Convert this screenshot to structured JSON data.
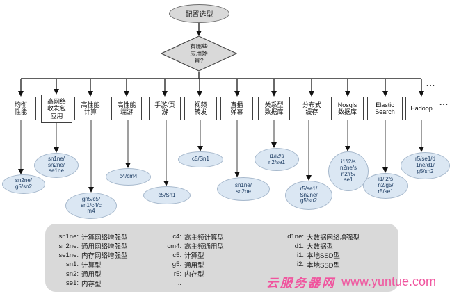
{
  "colors": {
    "shape_fill_gray": "#d9d9d9",
    "ellipse_fill_blue": "#dbe7f3",
    "watermark_pink": "#f0549e"
  },
  "start": {
    "label": "配置选型"
  },
  "decision": {
    "text": "有哪些\n应用场\n景?"
  },
  "more_indicator_top": "...",
  "more_indicator_right": "...",
  "scenarios": [
    {
      "label": "均衡\n性能",
      "result": "sn2ne/\ng5/sn2"
    },
    {
      "label": "高网络\n收发包\n应用",
      "result": "sn1ne/\nsn2ne/\nse1ne"
    },
    {
      "label": "高性能\n计算",
      "result": "gn5/c5/\nsn1/c4/c\nm4"
    },
    {
      "label": "高性能\n端游",
      "result": "c4/cm4"
    },
    {
      "label": "手游/页\n游",
      "result": "c5/Sn1"
    },
    {
      "label": "视频\n转发",
      "result": "c5/Sn1"
    },
    {
      "label": "直播\n弹幕",
      "result": "sn1ne/\nsn2ne"
    },
    {
      "label": "关系型\n数据库",
      "result": "i1/i2/s\nn2/se1"
    },
    {
      "label": "分布式\n缓存",
      "result": "r5/se1/\nSn2ne/\ng5/sn2"
    },
    {
      "label": "Nosqls\n数据库",
      "result": "i1/i2/s\nn2ne/s\nn2/r5/\nse1"
    },
    {
      "label": "Elastic\nSearch",
      "result": "i1/i2/s\nn2/g5/\nr5/se1"
    },
    {
      "label": "Hadoop",
      "result": "r5/se1/d\n1ne/d1/\ng5/sn2"
    }
  ],
  "legend": {
    "columns": [
      {
        "rows": [
          {
            "key": "sn1ne:",
            "desc": "计算网络增强型"
          },
          {
            "key": "sn2ne:",
            "desc": "通用网络增强型"
          },
          {
            "key": "se1ne:",
            "desc": "内存网络增强型"
          },
          {
            "key": "sn1:",
            "desc": "计算型"
          },
          {
            "key": "sn2:",
            "desc": "通用型"
          },
          {
            "key": "se1:",
            "desc": "内存型"
          }
        ]
      },
      {
        "rows": [
          {
            "key": "c4:",
            "desc": "高主频计算型"
          },
          {
            "key": "cm4:",
            "desc": "高主频通用型"
          },
          {
            "key": "c5:",
            "desc": "计算型"
          },
          {
            "key": "g5:",
            "desc": "通用型"
          },
          {
            "key": "r5:",
            "desc": "内存型"
          },
          {
            "key": "...",
            "desc": ""
          }
        ]
      },
      {
        "rows": [
          {
            "key": "d1ne:",
            "desc": "大数据网络增强型"
          },
          {
            "key": "d1:",
            "desc": "大数据型"
          },
          {
            "key": "i1:",
            "desc": "本地SSD型"
          },
          {
            "key": "i2:",
            "desc": "本地SSD型"
          }
        ]
      }
    ]
  },
  "watermark": {
    "site_name": "云服务器网",
    "url": "www.yuntue.com"
  }
}
